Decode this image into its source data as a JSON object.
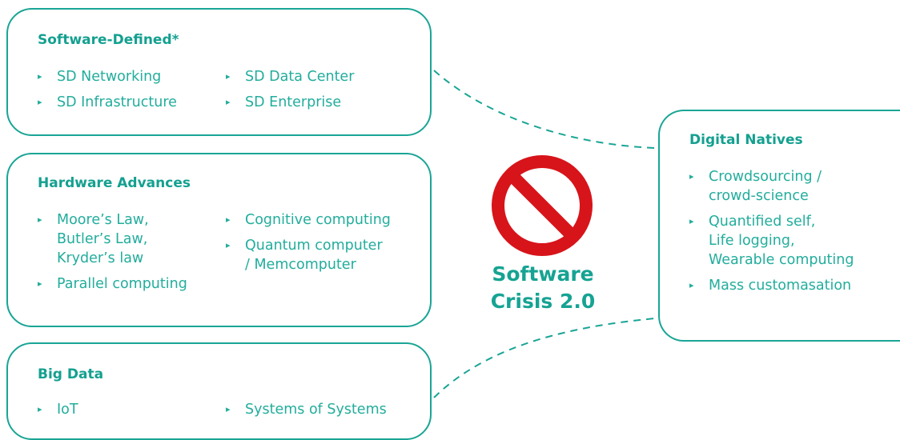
{
  "boxes": {
    "software_defined": {
      "title": "Software-Defined*",
      "col1": [
        {
          "lines": [
            "SD Networking"
          ]
        },
        {
          "lines": [
            "SD Infrastructure"
          ]
        }
      ],
      "col2": [
        {
          "lines": [
            "SD Data Center"
          ]
        },
        {
          "lines": [
            "SD Enterprise"
          ]
        }
      ]
    },
    "hardware_advances": {
      "title": "Hardware Advances",
      "col1": [
        {
          "lines": [
            "Moore’s Law,",
            "Butler’s Law,",
            "Kryder’s law"
          ]
        },
        {
          "lines": [
            "Parallel computing"
          ]
        }
      ],
      "col2": [
        {
          "lines": [
            "Cognitive computing"
          ]
        },
        {
          "lines": [
            "Quantum computer",
            "/ Memcomputer"
          ]
        }
      ]
    },
    "big_data": {
      "title": "Big Data",
      "col1": [
        {
          "lines": [
            "IoT"
          ]
        }
      ],
      "col2": [
        {
          "lines": [
            "Systems of Systems"
          ]
        }
      ]
    },
    "digital_natives": {
      "title": "Digital Natives",
      "col1": [
        {
          "lines": [
            "Crowdsourcing /",
            "crowd-science"
          ]
        },
        {
          "lines": [
            "Quantified self,",
            "Life logging,",
            "Wearable computing"
          ]
        },
        {
          "lines": [
            "Mass customasation"
          ]
        }
      ]
    }
  },
  "center": {
    "title_line1": "Software",
    "title_line2": "Crisis 2.0",
    "icon": "prohibition-sign-icon"
  },
  "bullet_glyph": "▸",
  "colors": {
    "teal": "#1aa595",
    "red": "#d7141a"
  }
}
